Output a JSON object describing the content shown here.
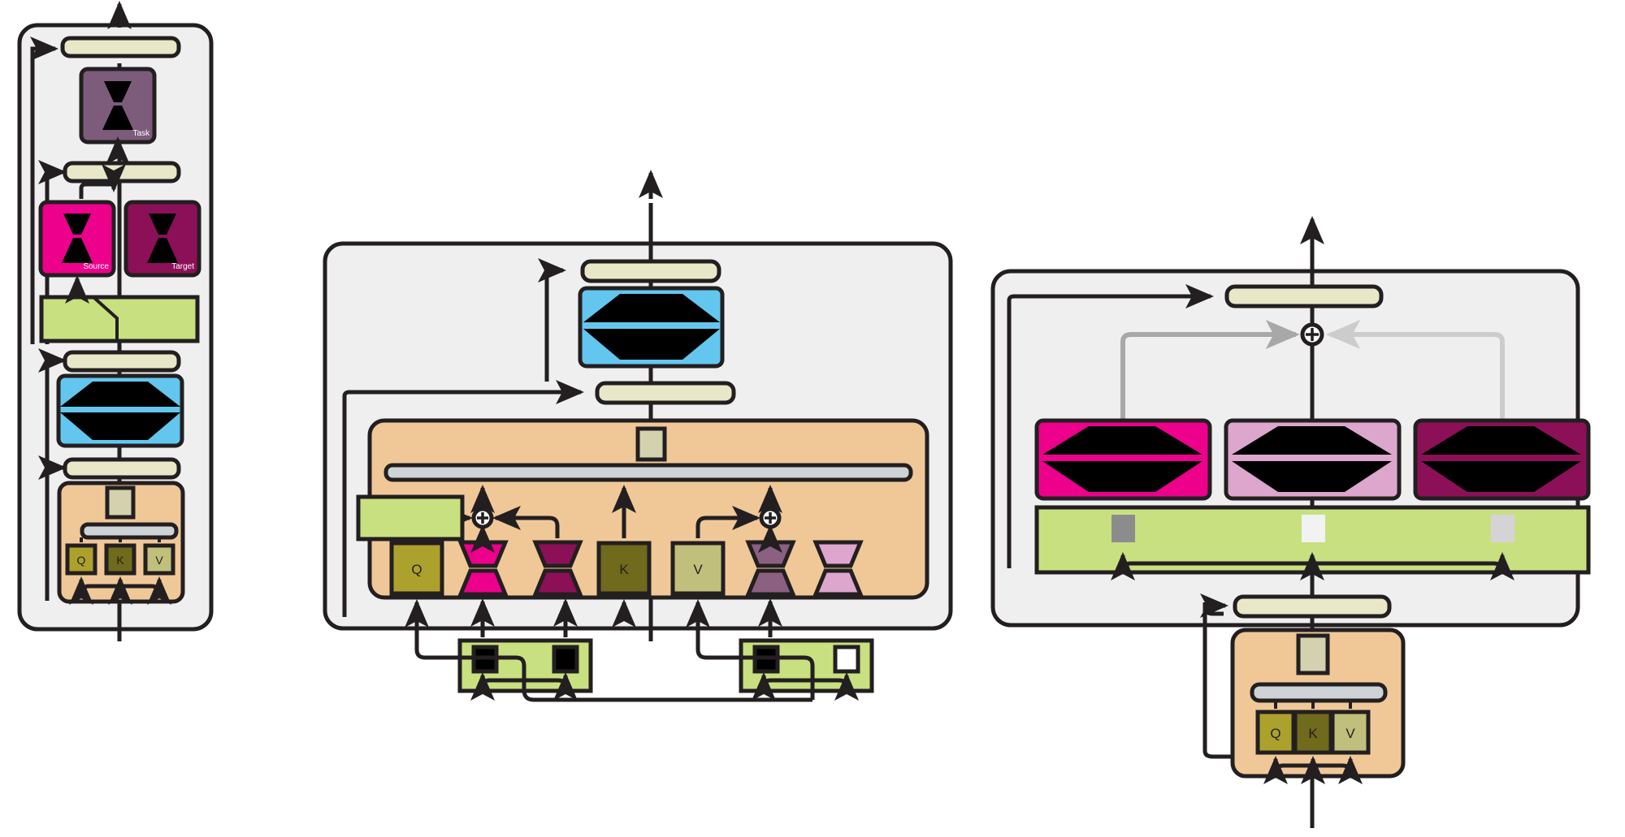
{
  "meta": {
    "title": "Transformer adapter architecture diagram",
    "background": "#ffffff"
  },
  "palette": {
    "stroke": "#231f20",
    "panel_bg": "#efefef",
    "norm_bar": "#e8e7c8",
    "attention_bg": "#f0c898",
    "softmax_bar": "#ced3d6",
    "ffn_green": "#c8e080",
    "magenta": "#ec008c",
    "dark_magenta": "#8c1058",
    "light_pink": "#dda6cd",
    "mauve": "#8b6080",
    "plum": "#7d5b7b",
    "sky_blue": "#63c6ef",
    "q_olive": "#ada12e",
    "k_olive": "#6f6a1c",
    "v_olive": "#c0bf7c",
    "tan_square": "#d4d1ae",
    "gate_dark": "#8c8c8c",
    "gate_light": "#f2f2f2",
    "gate_mid": "#d6d3d6",
    "black": "#000000",
    "white": "#ffffff",
    "grey_arrow": "#a8a8a8",
    "grey_arrow_light": "#cccccc"
  },
  "panels": [
    {
      "id": "panel-left",
      "name": "full-stack-panel",
      "label": ""
    },
    {
      "id": "panel-middle",
      "name": "attention-detail-panel",
      "label": ""
    },
    {
      "id": "panel-right",
      "name": "adapter-mixture-panel",
      "label": ""
    }
  ],
  "left_panel": {
    "blocks": [
      {
        "name": "layernorm-top",
        "type": "norm-bar",
        "label": ""
      },
      {
        "name": "task-adapter",
        "type": "hourglass-block",
        "label": "Task",
        "color": "plum"
      },
      {
        "name": "layernorm-second",
        "type": "norm-bar",
        "label": ""
      },
      {
        "name": "source-adapter",
        "type": "hourglass-block",
        "label": "Source",
        "color": "magenta"
      },
      {
        "name": "target-adapter",
        "type": "hourglass-block",
        "label": "Target",
        "color": "dark_magenta"
      },
      {
        "name": "feedforward-block",
        "type": "ffn-slab",
        "label": ""
      },
      {
        "name": "layernorm-third",
        "type": "norm-bar",
        "label": ""
      },
      {
        "name": "attention-lens",
        "type": "lens-block",
        "label": "",
        "color": "sky_blue"
      },
      {
        "name": "layernorm-fourth",
        "type": "norm-bar",
        "label": ""
      },
      {
        "name": "self-attention-module",
        "type": "attention-module",
        "label": ""
      }
    ],
    "qkv": [
      "Q",
      "K",
      "V"
    ]
  },
  "middle_panel": {
    "blocks": [
      {
        "name": "layernorm-top",
        "type": "norm-bar",
        "label": ""
      },
      {
        "name": "attention-lens",
        "type": "lens-block",
        "label": "",
        "color": "sky_blue"
      },
      {
        "name": "layernorm-second",
        "type": "norm-bar",
        "label": ""
      },
      {
        "name": "attention-module",
        "type": "attention-module",
        "label": ""
      }
    ],
    "qkv": [
      "Q",
      "K",
      "V"
    ],
    "adapters": [
      {
        "name": "q-source-adapter",
        "color": "magenta",
        "label": ""
      },
      {
        "name": "q-target-adapter",
        "color": "dark_magenta",
        "label": ""
      },
      {
        "name": "v-source-adapter",
        "color": "mauve",
        "label": ""
      },
      {
        "name": "v-target-adapter",
        "color": "light_pink",
        "label": ""
      }
    ],
    "gates": [
      {
        "name": "q-gate-left",
        "fill": "black"
      },
      {
        "name": "q-gate-right",
        "fill": "black"
      },
      {
        "name": "v-gate-left",
        "fill": "black"
      },
      {
        "name": "v-gate-right",
        "fill": "white"
      }
    ],
    "operators": [
      {
        "name": "q-sum-operator",
        "symbol": "+"
      },
      {
        "name": "v-sum-operator",
        "symbol": "+"
      }
    ]
  },
  "right_panel": {
    "blocks": [
      {
        "name": "layernorm-top",
        "type": "norm-bar",
        "label": ""
      },
      {
        "name": "mixture-sum-operator",
        "type": "operator",
        "label": "+"
      },
      {
        "name": "layernorm-second",
        "type": "norm-bar",
        "label": ""
      },
      {
        "name": "attention-module",
        "type": "attention-module",
        "label": ""
      }
    ],
    "adapters": [
      {
        "name": "adapter-source",
        "color": "magenta",
        "label": ""
      },
      {
        "name": "adapter-mid",
        "color": "light_pink",
        "label": ""
      },
      {
        "name": "adapter-target",
        "color": "dark_magenta",
        "label": ""
      }
    ],
    "gates": [
      {
        "name": "gate-left",
        "fill": "gate_dark"
      },
      {
        "name": "gate-mid",
        "fill": "gate_light"
      },
      {
        "name": "gate-right",
        "fill": "gate_mid"
      }
    ],
    "qkv": [
      "Q",
      "K",
      "V"
    ]
  }
}
